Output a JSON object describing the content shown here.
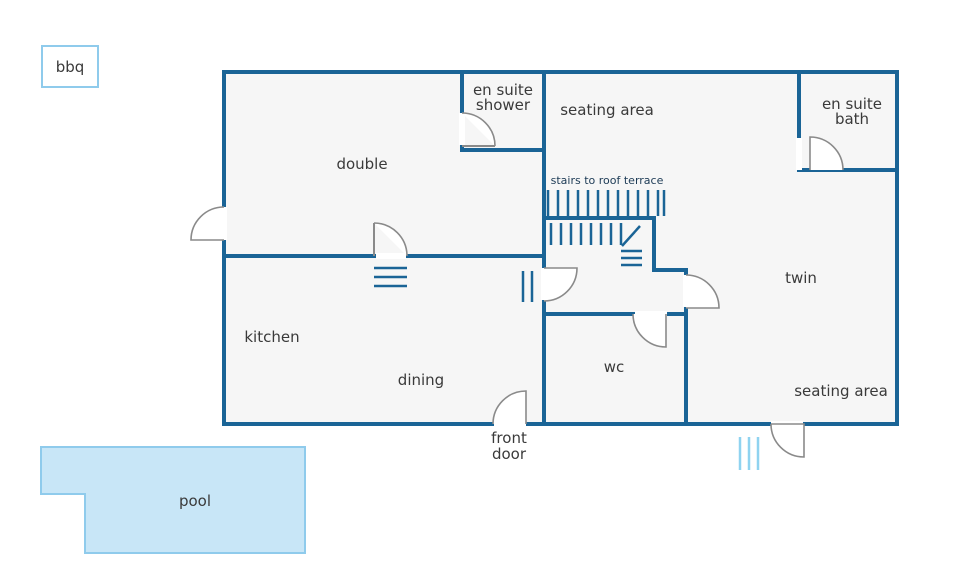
{
  "colors": {
    "wall": "#1a6496",
    "floor": "#f6f6f6",
    "pool_fill": "#c8e6f7",
    "pool_border": "#8fcbec",
    "door": "#8a8a8a"
  },
  "icons": [
    "door-swing-icon",
    "stairs-icon"
  ],
  "labels": {
    "bbq": "bbq",
    "en_suite_shower": [
      "en suite",
      "shower"
    ],
    "seating_area_top": "seating area",
    "en_suite_bath": [
      "en suite",
      "bath"
    ],
    "double": "double",
    "stairs": "stairs to roof terrace",
    "twin": "twin",
    "kitchen": "kitchen",
    "dining": "dining",
    "wc": "wc",
    "seating_area_bottom": "seating area",
    "front_door": [
      "front",
      "door"
    ],
    "pool": "pool"
  }
}
